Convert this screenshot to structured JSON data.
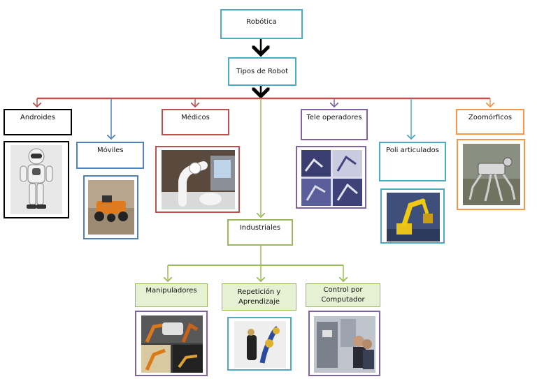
{
  "root": {
    "label": "Robótica"
  },
  "level1": {
    "label": "Tipos de Robot"
  },
  "categories": [
    {
      "key": "androides",
      "label": "Androides",
      "color": "#000000"
    },
    {
      "key": "moviles",
      "label": "Móviles",
      "color": "#4f81bd"
    },
    {
      "key": "medicos",
      "label": "Médicos",
      "color": "#c0504d"
    },
    {
      "key": "industriales",
      "label": "Industriales",
      "color": "#9bbb59"
    },
    {
      "key": "tele",
      "label": "Tele operadores",
      "color": "#8064a2"
    },
    {
      "key": "poli",
      "label": "Poli articulados",
      "color": "#4bacc6"
    },
    {
      "key": "zoo",
      "label": "Zoomórficos",
      "color": "#f79646"
    }
  ],
  "industrial_children": [
    {
      "key": "manipuladores",
      "label": "Manipuladores"
    },
    {
      "key": "repeticion",
      "label": "Repetición y Aprendizaje"
    },
    {
      "key": "control",
      "label": "Control por Computador"
    }
  ],
  "colors": {
    "root_border": "#4bacc6",
    "connector_red": "#c0504d",
    "connector_black": "#000000",
    "green": "#9bbb59",
    "green_fill": "#e6f0d3"
  },
  "images": [
    {
      "name": "android-robot-image",
      "depicts": "humanoid robot"
    },
    {
      "name": "mobile-robot-image",
      "depicts": "wheeled rover"
    },
    {
      "name": "medical-robot-image",
      "depicts": "robotic arm in lab"
    },
    {
      "name": "teleoperator-robot-image",
      "depicts": "remote manipulators collage"
    },
    {
      "name": "articulated-robot-image",
      "depicts": "yellow articulated arm"
    },
    {
      "name": "zoomorphic-robot-image",
      "depicts": "legged robot"
    },
    {
      "name": "manipulator-robot-image",
      "depicts": "industrial arms collage"
    },
    {
      "name": "learning-robot-image",
      "depicts": "robot hand"
    },
    {
      "name": "computer-control-robot-image",
      "depicts": "engineers with robot"
    }
  ]
}
